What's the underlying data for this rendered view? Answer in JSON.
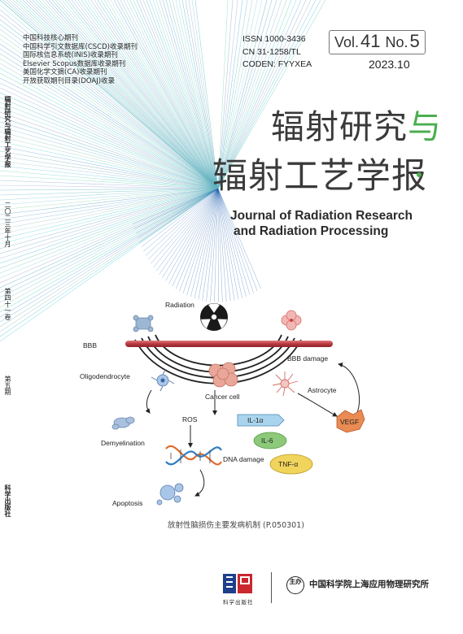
{
  "spine": {
    "title": "辐射研究与辐射工艺学报",
    "date": "二〇二三年十月",
    "volume": "第四十一卷",
    "issue": "第五期",
    "publisher": "科学出版社"
  },
  "indexed_in": [
    "中国科技核心期刊",
    "中国科学引文数据库(CSCD)收录期刊",
    "国际核信息系统(INIS)收录期刊",
    "Elsevier Scopus数据库收录期刊",
    "美国化学文摘(CA)收录期刊",
    "开放获取期刊目录(DOAJ)收录"
  ],
  "identifiers": {
    "issn": "ISSN  1000-3436",
    "cn": "CN  31-1258/TL",
    "coden": "CODEN:  FYYXEA"
  },
  "volume_box": {
    "vol_label": "Vol.",
    "vol_number": "41",
    "no_label": "No.",
    "no_number": "5"
  },
  "issue_date": "2023.10",
  "title_cn": {
    "line1": "辐射研究",
    "connector": "与",
    "line2": "辐射工艺学报"
  },
  "title_en": {
    "line1": "Journal of Radiation Research",
    "line2": "and Radiation Processing"
  },
  "diagram": {
    "labels": {
      "radiation": "Radiation",
      "bbb": "BBB",
      "bbb_damage": "BBB damage",
      "oligodendrocyte": "Oligodendrocyte",
      "cancer_cell": "Cancer cell",
      "astrocyte": "Astrocyte",
      "ros": "ROS",
      "il1a": "IL-1α",
      "il6": "IL-6",
      "vegf": "VEGF",
      "tnfa": "TNF-α",
      "demyelination": "Demyelination",
      "dna_damage": "DNA damage",
      "apoptosis": "Apoptosis"
    },
    "colors": {
      "bbb_bar": "#b8393f",
      "il1a": "#a9d4ee",
      "il6": "#8cc97a",
      "vegf": "#e98b52",
      "tnfa": "#f0d45c"
    }
  },
  "caption": "放射性脑损伤主要发病机制 (P.050301)",
  "footer": {
    "publisher_name": "科学出版社",
    "sponsor_mark": "主办",
    "sponsor": "中国科学院上海应用物理研究所"
  }
}
